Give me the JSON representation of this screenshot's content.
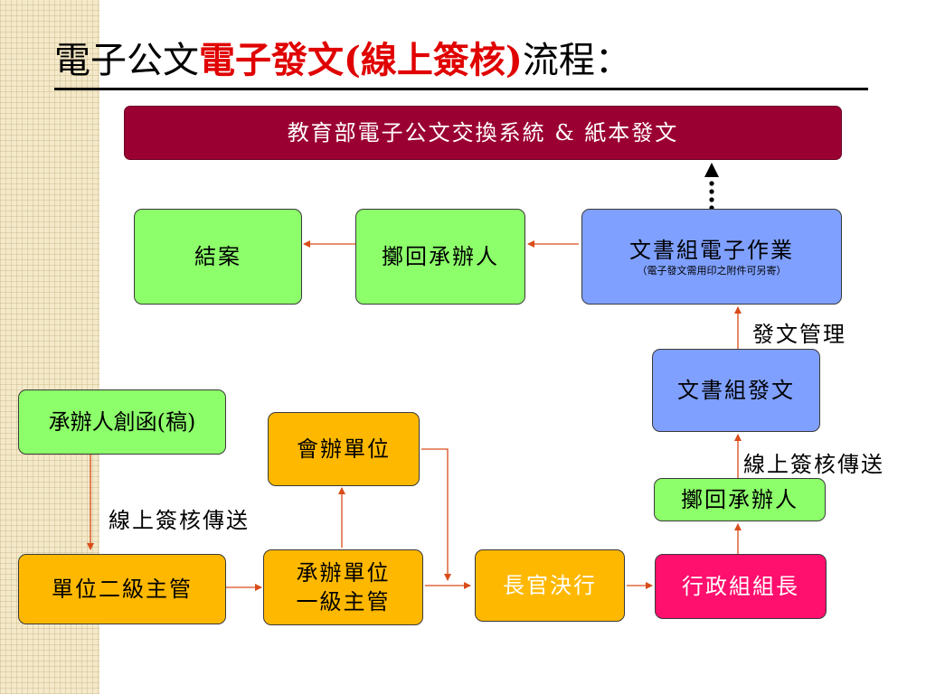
{
  "title": {
    "prefix": "電子公文",
    "highlight": "電子發文(線上簽核)",
    "suffix": "流程："
  },
  "top_bar": "教育部電子公文交換系統 & 紙本發文",
  "nodes": {
    "close_case": "結案",
    "return_handler_top": "擲回承辦人",
    "clerk_electronic_main": "文書組電子作業",
    "clerk_electronic_note": "（電子發文需用印之附件可另寄）",
    "clerk_dispatch": "文書組發文",
    "return_handler_right": "擲回承辦人",
    "handler_create": "承辦人創函(稿)",
    "co_unit": "會辦單位",
    "unit_second_level": "單位二級主管",
    "handler_unit_first_level_line1": "承辦單位",
    "handler_unit_first_level_line2": "一級主管",
    "chief_decision": "長官決行",
    "admin_head": "行政組組長"
  },
  "edge_labels": {
    "dispatch_management": "發文管理",
    "online_review_right": "線上簽核傳送",
    "online_review_left": "線上簽核傳送"
  },
  "colors": {
    "title_highlight": "#e00000",
    "top_bar": "#9b0032",
    "green_box": "#8cff6a",
    "yellow_box": "#ffb800",
    "blue_box": "#7fa0ff",
    "pink_box": "#ff0f6e",
    "arrow": "#d94c1a"
  }
}
